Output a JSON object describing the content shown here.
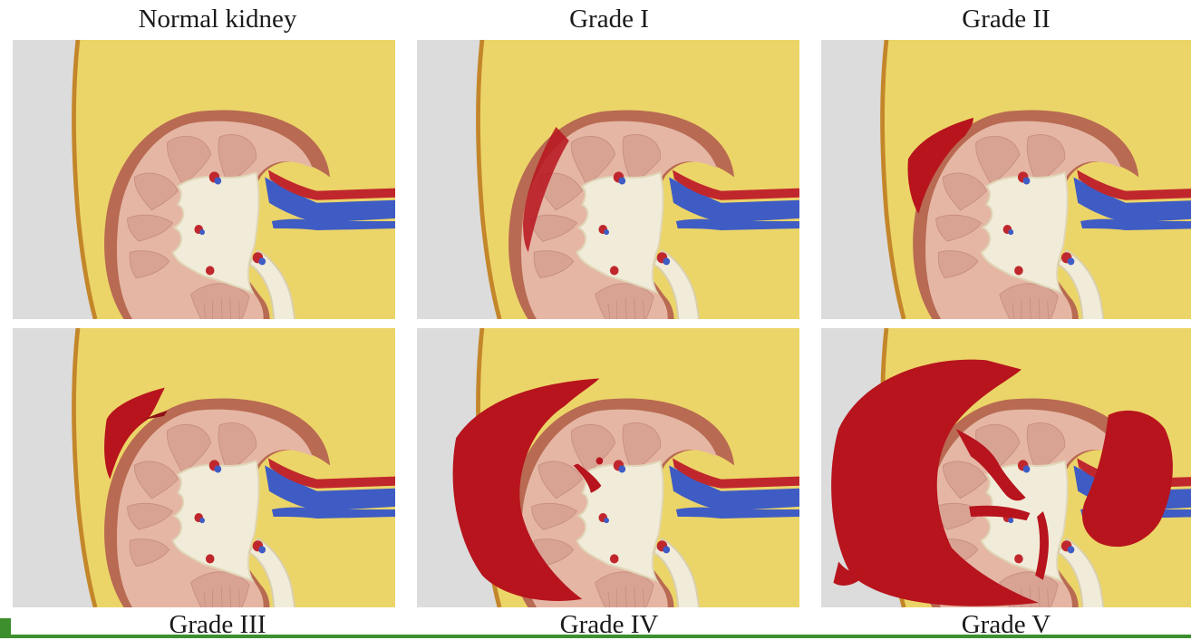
{
  "titles": {
    "normal": "Normal kidney",
    "grade1": "Grade I",
    "grade2": "Grade II",
    "grade3": "Grade III",
    "grade4": "Grade IV",
    "grade5": "Grade V"
  },
  "colors": {
    "background_fat": "#ecd568",
    "side_gray": "#dcdcdc",
    "body_wall": "#c4862a",
    "capsule": "#b86a52",
    "cortex": "#e5b6a4",
    "pyramid": "#d9a394",
    "pelvis": "#f1ecd9",
    "blood": "#b7141d",
    "vein": "#3f5cc4",
    "artery": "#c0272d"
  }
}
